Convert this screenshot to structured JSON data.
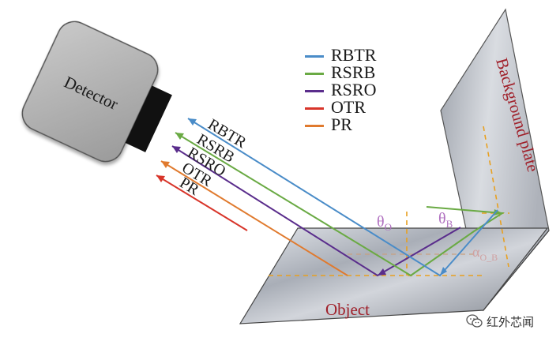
{
  "detector": {
    "label": "Detector"
  },
  "object": {
    "label": "Object"
  },
  "background_plate": {
    "label": "Background plate"
  },
  "legend": [
    {
      "label": "RBTR",
      "color": "#4a8cc8"
    },
    {
      "label": "RSRB",
      "color": "#6aaa44"
    },
    {
      "label": "RSRO",
      "color": "#5a2d8c"
    },
    {
      "label": "OTR",
      "color": "#d8352a"
    },
    {
      "label": "PR",
      "color": "#e07a2e"
    }
  ],
  "ray_labels": [
    "RBTR",
    "RSRB",
    "RSRO",
    "OTR",
    "PR"
  ],
  "angles": {
    "theta_o": {
      "symbol": "θ",
      "sub": "O"
    },
    "theta_b": {
      "symbol": "θ",
      "sub": "B"
    },
    "alpha_ob": {
      "symbol": "α",
      "sub": "O_B"
    }
  },
  "colors": {
    "angle_purple": "#b070c0",
    "dashed_orange": "#e8a020",
    "label_red": "#a0202a"
  },
  "watermark": {
    "text": "红外芯闻",
    "icon": "wechat-icon"
  }
}
